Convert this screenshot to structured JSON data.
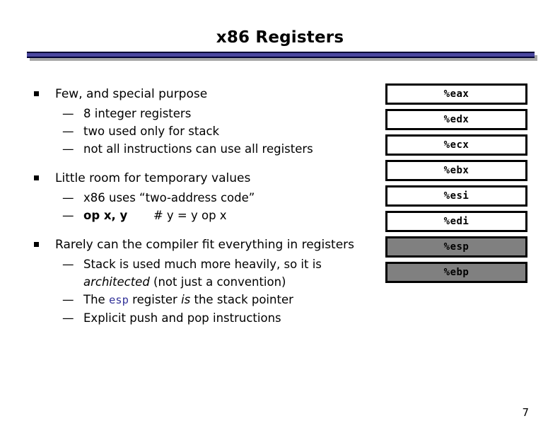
{
  "slide": {
    "title": "x86 Registers",
    "page_number": "7",
    "accent_color": "#4a47a0",
    "rule_shadow_color": "#a6a6a6",
    "code_color": "#333399",
    "highlight_fill": "#808080"
  },
  "bullets": [
    {
      "marker": "square",
      "text": "Few, and special purpose",
      "children": [
        {
          "marker": "—",
          "text": "8 integer registers"
        },
        {
          "marker": "—",
          "text": "two used only for stack"
        },
        {
          "marker": "—",
          "text": "not all instructions can use all registers"
        }
      ]
    },
    {
      "marker": "square",
      "text": "Little room for temporary values",
      "children": [
        {
          "marker": "—",
          "text": "x86 uses “two-address code”"
        },
        {
          "marker": "—",
          "code": "op x, y",
          "comment": "#  y = y op x"
        }
      ]
    },
    {
      "marker": "square",
      "text": "Rarely can the compiler fit everything in registers",
      "children": [
        {
          "marker": "—",
          "parts": {
            "pre": "Stack is used much more heavily, so it is ",
            "em": "architected",
            "post": " (not just a convention)"
          }
        },
        {
          "marker": "—",
          "parts": {
            "pre": "The ",
            "code": "esp",
            "mid": " register ",
            "em": "is",
            "post": " the stack pointer"
          }
        },
        {
          "marker": "—",
          "text": "Explicit push and pop instructions"
        }
      ]
    }
  ],
  "registers": [
    {
      "label": "%eax",
      "highlighted": false
    },
    {
      "label": "%edx",
      "highlighted": false
    },
    {
      "label": "%ecx",
      "highlighted": false
    },
    {
      "label": "%ebx",
      "highlighted": false
    },
    {
      "label": "%esi",
      "highlighted": false
    },
    {
      "label": "%edi",
      "highlighted": false
    },
    {
      "label": "%esp",
      "highlighted": true
    },
    {
      "label": "%ebp",
      "highlighted": true
    }
  ]
}
